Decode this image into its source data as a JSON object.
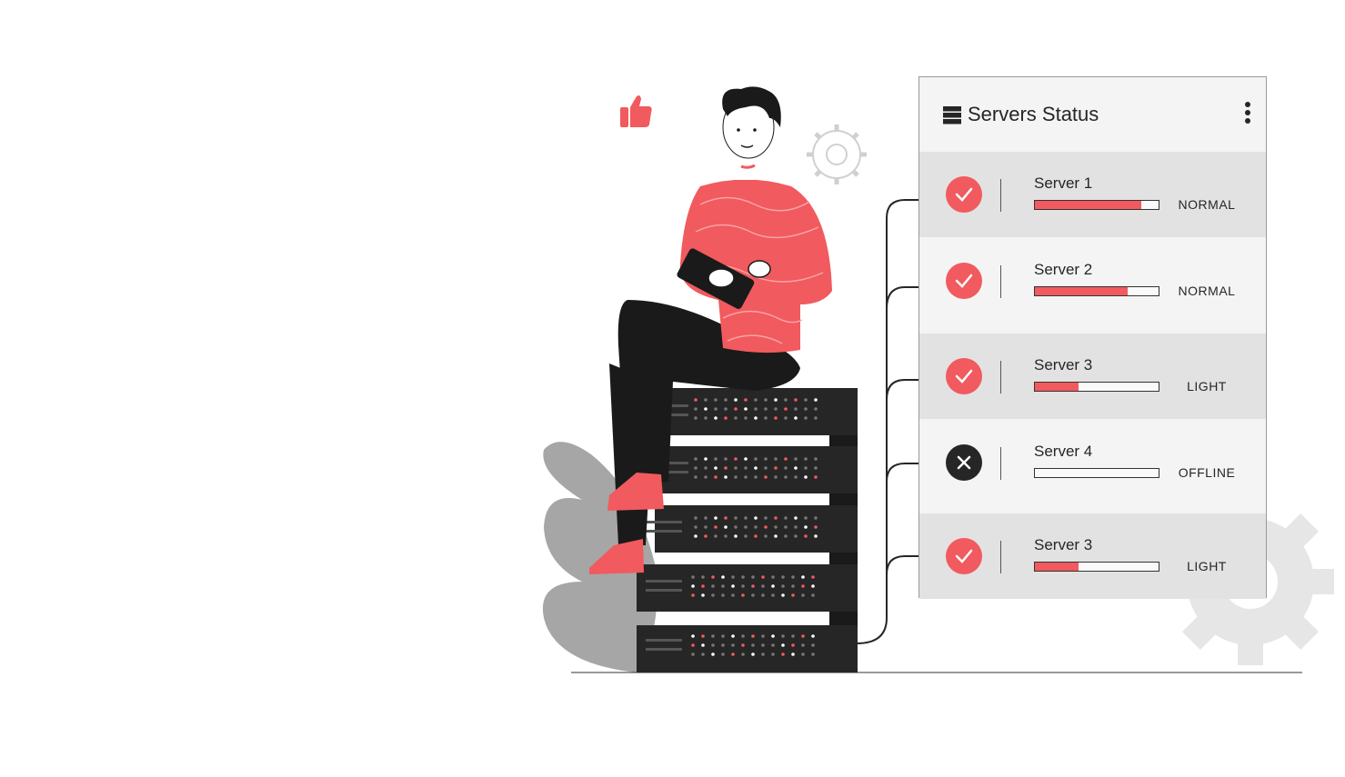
{
  "panel": {
    "title": "Servers Status",
    "header_icon": "server-stack-icon",
    "menu_icon": "more-vertical-icon"
  },
  "colors": {
    "accent": "#f15a5e",
    "dark": "#262626",
    "shade": "#e2e2e2",
    "light": "#f4f4f4",
    "leaf": "#a6a6a6",
    "gear": "#e6e6e6"
  },
  "servers": [
    {
      "name": "Server 1",
      "status": "NORMAL",
      "load": 0.86,
      "ok": true
    },
    {
      "name": "Server 2",
      "status": "NORMAL",
      "load": 0.75,
      "ok": true
    },
    {
      "name": "Server 3",
      "status": "LIGHT",
      "load": 0.35,
      "ok": true
    },
    {
      "name": "Server 4",
      "status": "OFFLINE",
      "load": 0.0,
      "ok": false
    },
    {
      "name": "Server 3",
      "status": "LIGHT",
      "load": 0.35,
      "ok": true
    }
  ]
}
